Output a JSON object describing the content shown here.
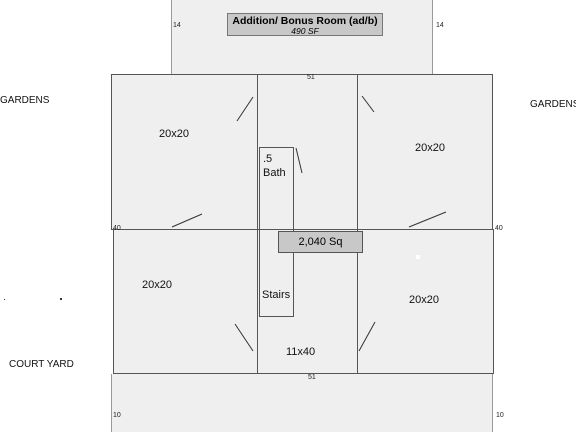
{
  "addition": {
    "title": "Addition/ Bonus Room (ad/b)",
    "area": "490 SF"
  },
  "center_area": "2,040 Sq",
  "rooms": {
    "top_left": "20x20",
    "top_right": "20x20",
    "bottom_left": "20x20",
    "bottom_right": "20x20",
    "hallway": "11x40",
    "bath_line1": ".5",
    "bath_line2": "Bath",
    "stairs": "Stairs"
  },
  "dimensions": {
    "addition_left": "14",
    "addition_right": "14",
    "top_width": "51",
    "bottom_width": "51",
    "left_depth": "40",
    "right_depth": "40",
    "lower_left": "10",
    "lower_right": "10"
  },
  "outside": {
    "gardens_left": "GARDENS",
    "gardens_right": "GARDENS",
    "court_yard": "COURT YARD"
  }
}
